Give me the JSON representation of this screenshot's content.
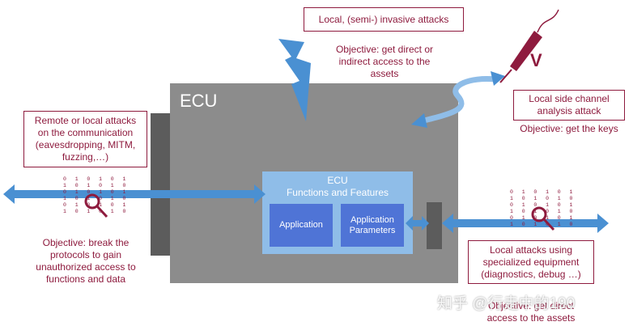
{
  "ecu": {
    "title": "ECU",
    "functions_title": "ECU\nFunctions and Features",
    "application": "Application",
    "application_parameters": "Application\nParameters"
  },
  "invasive": {
    "box": "Local, (semi-) invasive attacks",
    "objective": "Objective: get direct or\nindirect access to the\nassets"
  },
  "side_channel": {
    "box": "Local side channel\nanalysis attack",
    "objective": "Objective: get the keys",
    "probe_label": "V"
  },
  "remote": {
    "box": "Remote or local attacks\non the communication\n(eavesdropping, MITM,\nfuzzing,…)",
    "objective": "Objective: break the\nprotocols to gain\nunauthorized access to\nfunctions and data"
  },
  "equipment": {
    "box": "Local attacks using\nspecialized equipment\n(diagnostics, debug …)",
    "objective": "Objective: get direct\naccess to the assets"
  },
  "bits_left": "0  1  0  1  0  1\n1  0  1  0  1  0\n0  1  0  1  0  1\n1  0  1  0  1  0\n0  1  0  1  0  1\n1  0  1  0  1  0",
  "bits_right": "0  1  0  1  0  1\n1  0  1  0  1  0\n0  1  0  1  0  1\n1  0  1  0  1  0\n0  1  0  1  0  1\n1  0  1  0  1  0",
  "watermark": "知乎 @行走中的190",
  "colors": {
    "accent": "#8e1b3e",
    "ecu": "#8c8c8c",
    "functions": "#8fbde8",
    "application": "#4f74d6",
    "arrow": "#4a90d2"
  }
}
